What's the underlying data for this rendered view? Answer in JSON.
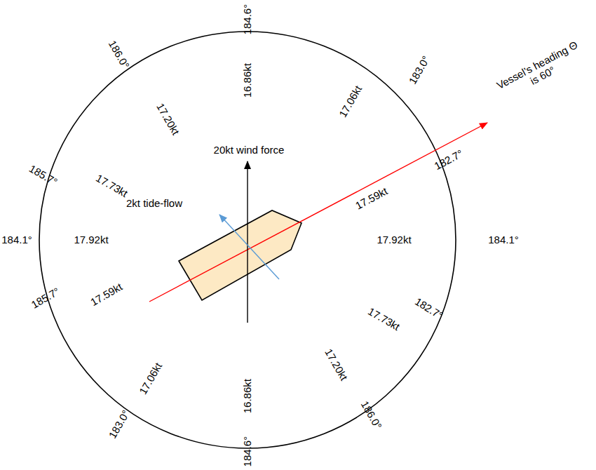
{
  "diagram": {
    "labels": [
      "184.6°",
      "186.0°",
      "183.0°",
      "16.86kt",
      "17.20kt",
      "17.06kt",
      "Vessel’s heading Θ is 60°",
      "20kt wind force",
      "182.7°",
      "185.7°",
      "17.73kt",
      "17.59kt",
      "2kt tide-flow",
      "184.1°",
      "17.92kt",
      "17.92kt",
      "184.1°",
      "17.59kt",
      "17.73kt",
      "185.7°",
      "182.7°",
      "17.06kt",
      "16.86kt",
      "17.20kt",
      "183.0°",
      "184.6°",
      "186.0°"
    ]
  }
}
